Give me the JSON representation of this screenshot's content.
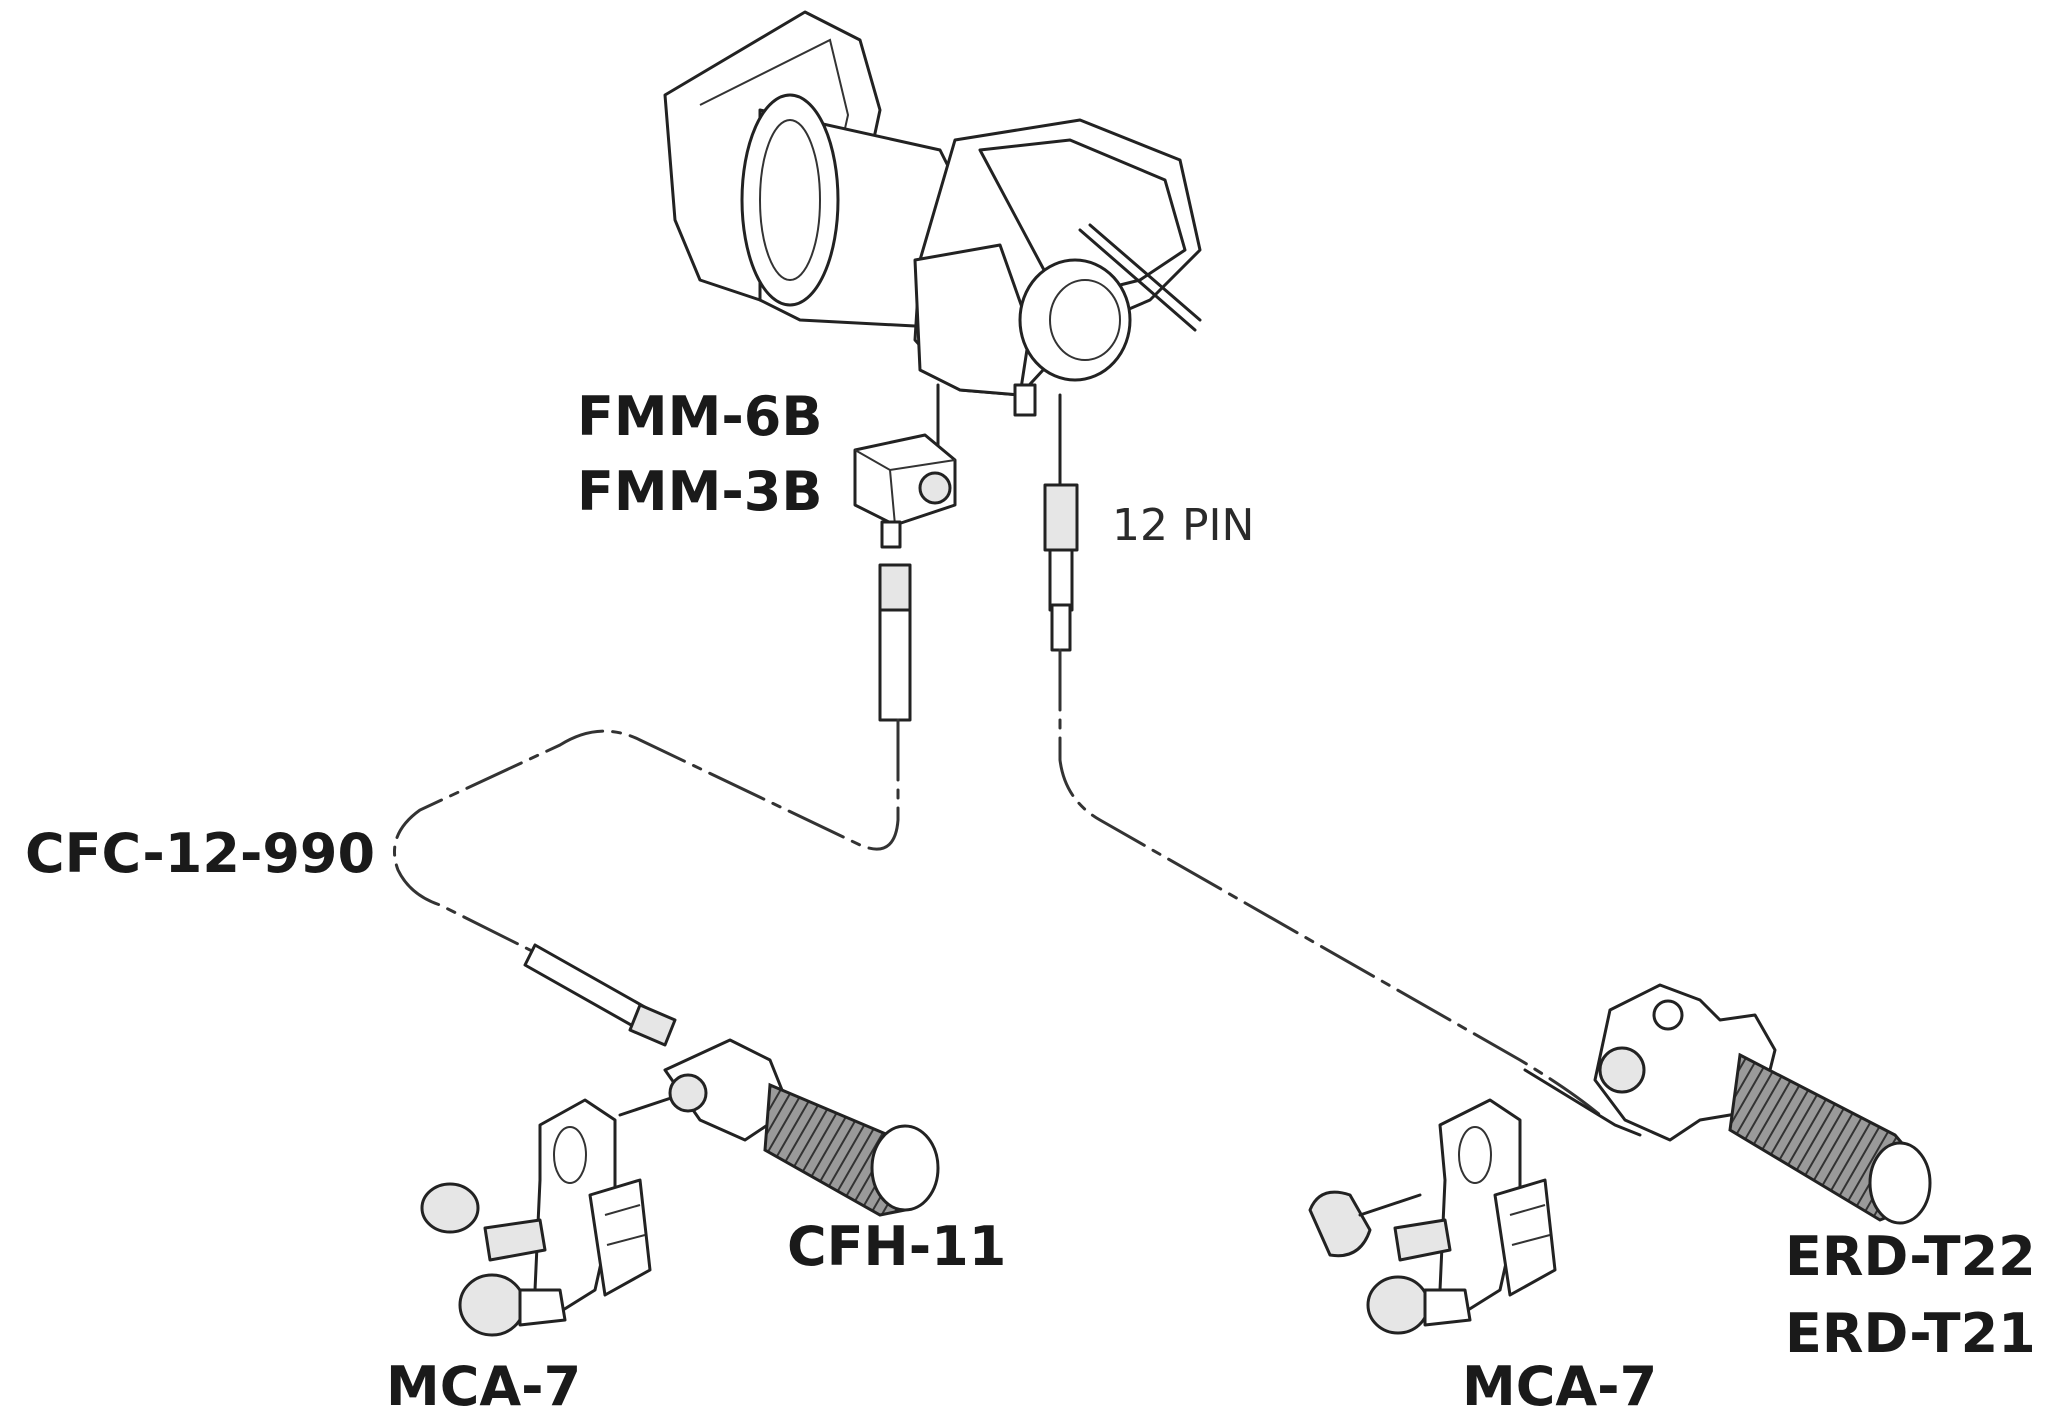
{
  "labels": {
    "fmm_6b": "FMM-6B",
    "fmm_3b": "FMM-3B",
    "pin": "12 PIN",
    "cfc": "CFC-12-990",
    "cfh": "CFH-11",
    "mca_left": "MCA-7",
    "mca_right": "MCA-7",
    "erd_t22": "ERD-T22",
    "erd_t21": "ERD-T21"
  }
}
